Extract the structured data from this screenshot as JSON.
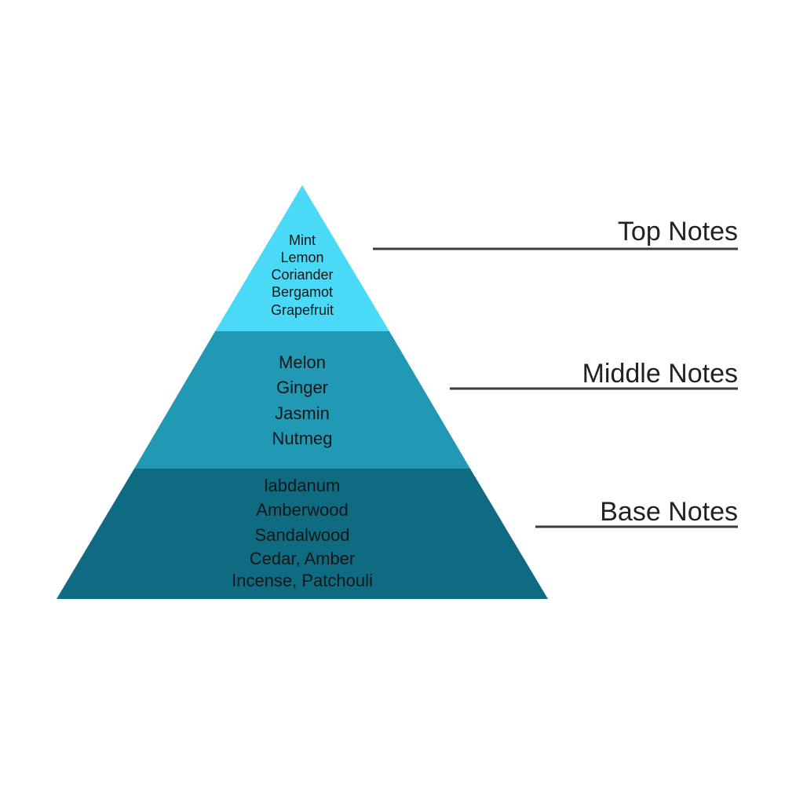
{
  "diagram": {
    "sections": [
      {
        "tier": "top",
        "label": "Top Notes",
        "color": "#4AD9F7",
        "notes": [
          "Mint",
          "Lemon",
          "Coriander",
          "Bergamot",
          "Grapefruit"
        ]
      },
      {
        "tier": "middle",
        "label": "Middle Notes",
        "color": "#2299B4",
        "notes": [
          "Melon",
          "Ginger",
          "Jasmin",
          "Nutmeg"
        ]
      },
      {
        "tier": "base",
        "label": "Base Notes",
        "color": "#0E6B82",
        "notes": [
          "labdanum",
          "Amberwood",
          "Sandalwood",
          "Cedar, Amber",
          "Incense, Patchouli"
        ]
      }
    ],
    "styles": {
      "background": "#FFFFFF",
      "note_text_color": "#161616",
      "label_text_color": "#222222",
      "separator_line_color": "#3C3C3C"
    }
  }
}
